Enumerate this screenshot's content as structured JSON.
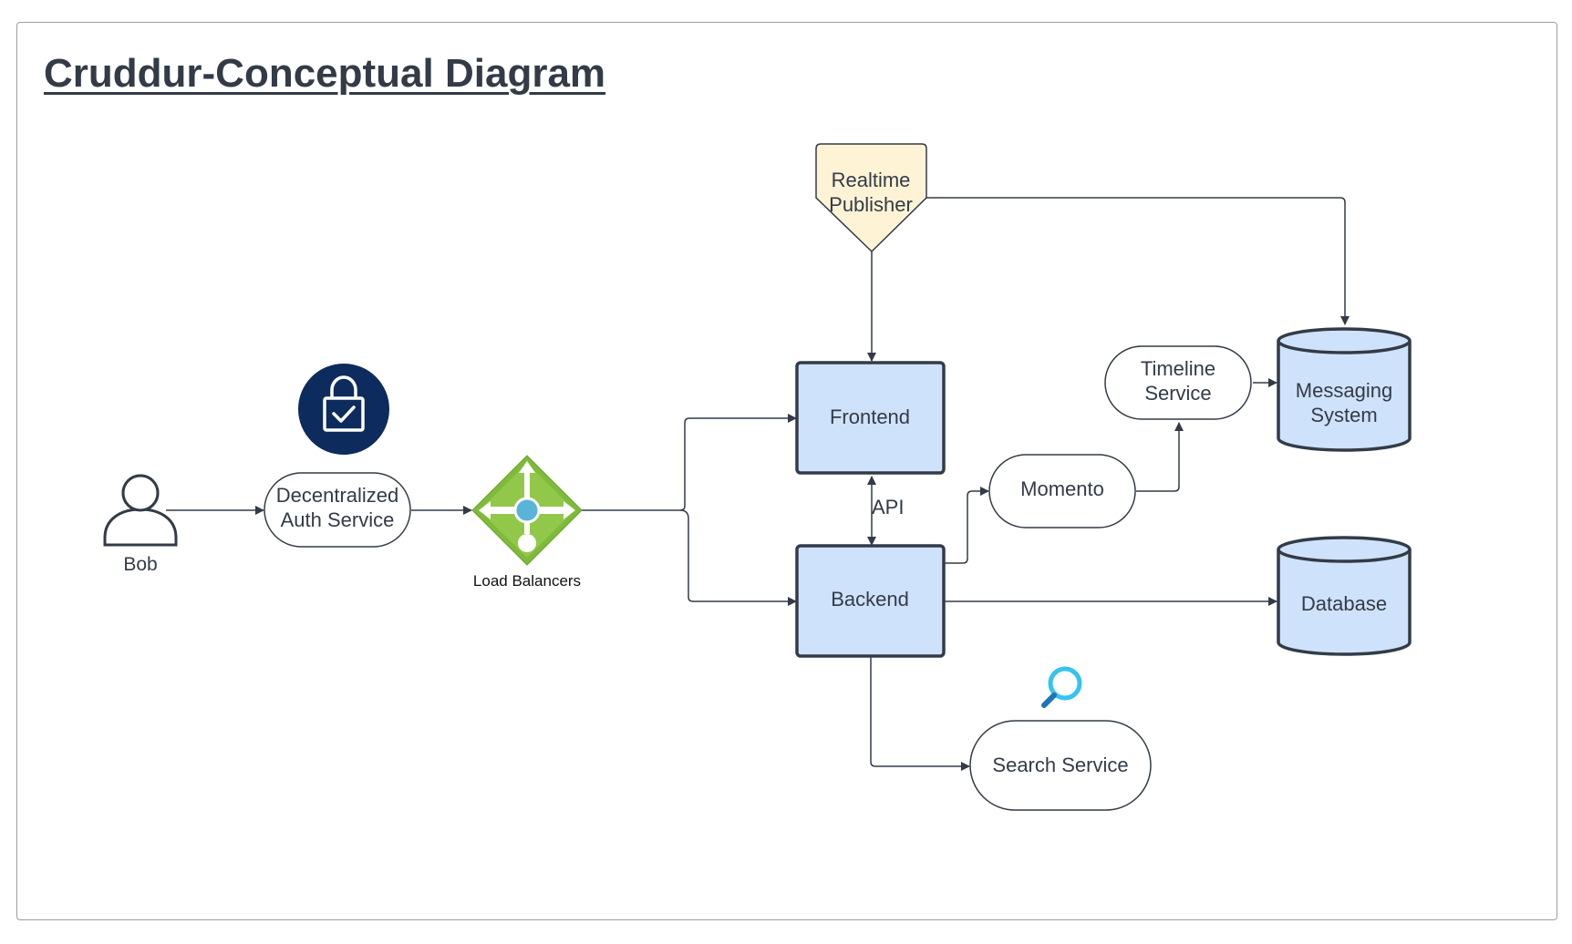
{
  "title": "Cruddur-Conceptual Diagram",
  "nodes": {
    "bob": "Bob",
    "auth_line1": "Decentralized",
    "auth_line2": "Auth Service",
    "load_balancers": "Load Balancers",
    "realtime_line1": "Realtime",
    "realtime_line2": "Publisher",
    "frontend": "Frontend",
    "backend": "Backend",
    "api": "API",
    "momento": "Momento",
    "timeline_line1": "Timeline",
    "timeline_line2": "Service",
    "messaging_line1": "Messaging",
    "messaging_line2": "System",
    "database": "Database",
    "search": "Search Service"
  },
  "icons": {
    "user": "user-icon",
    "lock": "lock-check-icon",
    "load_balancer": "load-balancer-icon",
    "search": "magnifier-icon"
  },
  "colors": {
    "box_fill": "#cfe2fc",
    "box_stroke": "#333b47",
    "publisher_fill": "#fff3d6",
    "lock_bg": "#0d2b5c",
    "lb_green": "#8cc63f",
    "search_blue": "#2aa9e0"
  }
}
